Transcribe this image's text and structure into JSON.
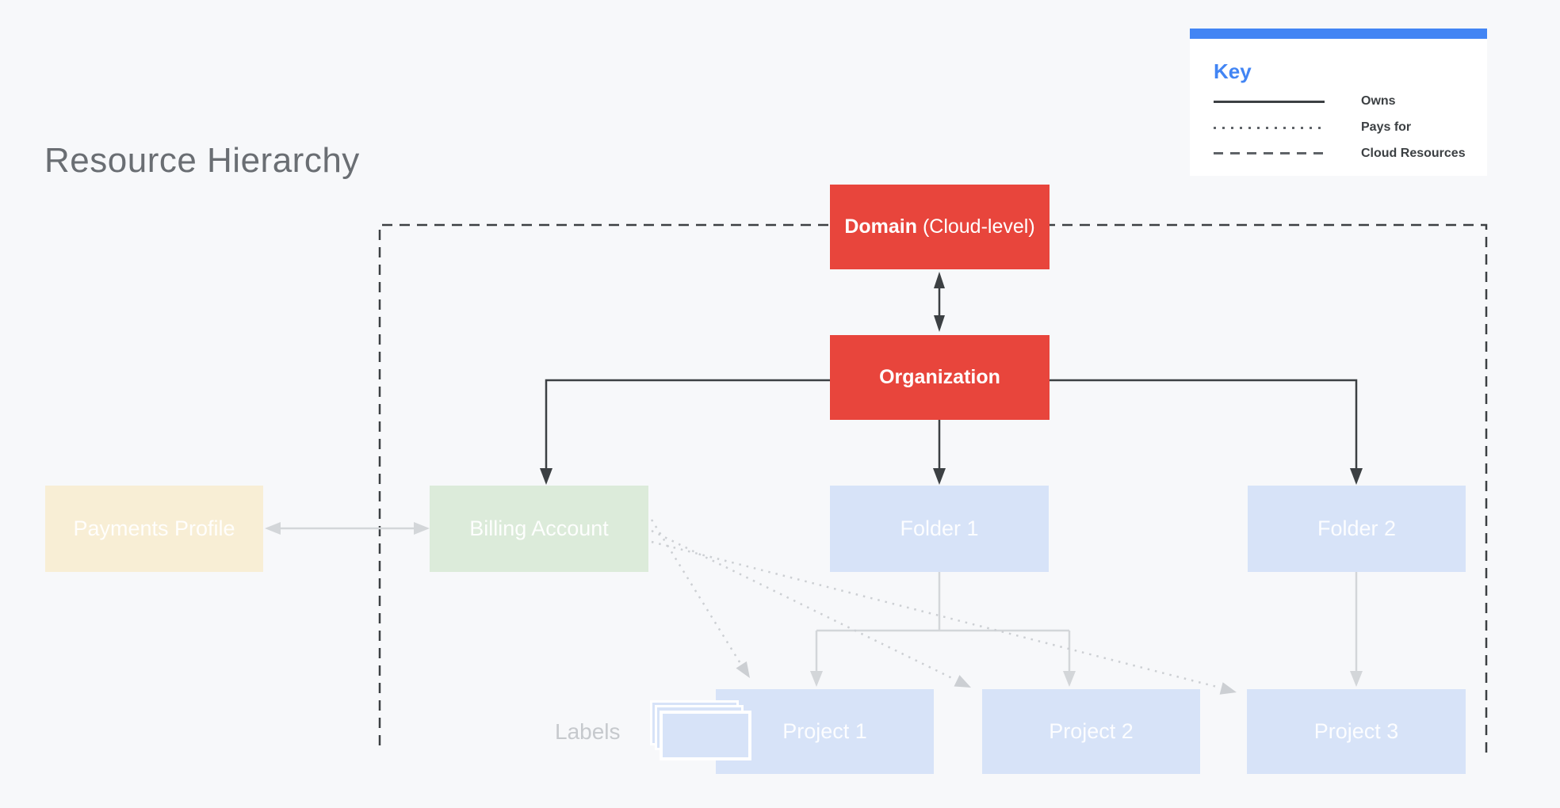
{
  "title": "Resource Hierarchy",
  "key": {
    "title": "Key",
    "items": [
      {
        "style": "solid",
        "label": "Owns"
      },
      {
        "style": "dotted",
        "label": "Pays for"
      },
      {
        "style": "dashed",
        "label": "Cloud Resources"
      }
    ]
  },
  "nodes": {
    "domain": {
      "bold": "Domain",
      "rest": " (Cloud-level)"
    },
    "organization": {
      "label": "Organization"
    },
    "payments_profile": {
      "label": "Payments Profile"
    },
    "billing_account": {
      "label": "Billing Account"
    },
    "folder1": {
      "label": "Folder 1"
    },
    "folder2": {
      "label": "Folder 2"
    },
    "project1": {
      "label": "Project 1"
    },
    "project2": {
      "label": "Project 2"
    },
    "project3": {
      "label": "Project 3"
    }
  },
  "annotations": {
    "labels": "Labels"
  },
  "connections": [
    {
      "from": "Domain",
      "to": "Organization",
      "type": "owns",
      "bidirectional": true
    },
    {
      "from": "Organization",
      "to": "Billing Account",
      "type": "owns"
    },
    {
      "from": "Organization",
      "to": "Folder 1",
      "type": "owns"
    },
    {
      "from": "Organization",
      "to": "Folder 2",
      "type": "owns"
    },
    {
      "from": "Payments Profile",
      "to": "Billing Account",
      "type": "link",
      "bidirectional": true
    },
    {
      "from": "Folder 1",
      "to": "Project 1",
      "type": "contains"
    },
    {
      "from": "Folder 1",
      "to": "Project 2",
      "type": "contains"
    },
    {
      "from": "Folder 2",
      "to": "Project 3",
      "type": "contains"
    },
    {
      "from": "Billing Account",
      "to": "Project 1",
      "type": "pays_for"
    },
    {
      "from": "Billing Account",
      "to": "Project 2",
      "type": "pays_for"
    },
    {
      "from": "Billing Account",
      "to": "Project 3",
      "type": "pays_for"
    },
    {
      "boundary": "Cloud Resources",
      "style": "dashed",
      "encloses": [
        "Domain",
        "Organization",
        "Billing Account",
        "Folder 1",
        "Folder 2",
        "Project 1",
        "Project 2",
        "Project 3"
      ]
    }
  ],
  "colors": {
    "background": "#F7F8FA",
    "red": "#E8453C",
    "tan": "#F8EED5",
    "green": "#DCEBDA",
    "blue": "#D7E3F8",
    "key_blue": "#4285F4",
    "dark_line": "#3C4043",
    "light_line": "#D3D6D9",
    "dotted_line": "#CCCFD3",
    "title_gray": "#6A6E73",
    "muted_label": "#C6C9CD",
    "white": "#FFFFFF"
  }
}
